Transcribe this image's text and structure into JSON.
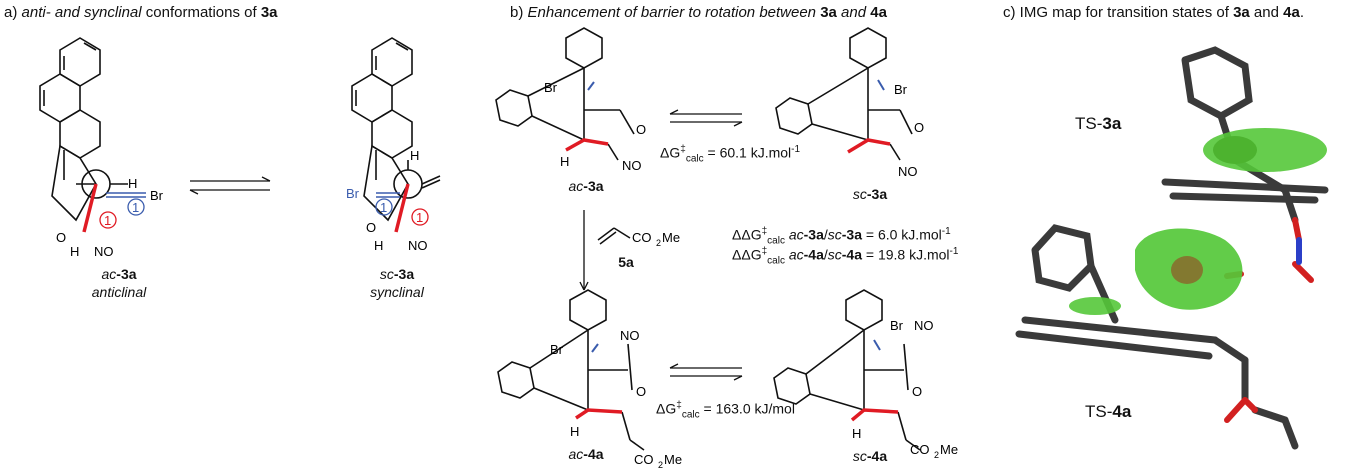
{
  "panel_a": {
    "title_prefix": "a) ",
    "title_italic": "anti- and synclinal",
    "title_mid": " conformations of ",
    "title_bold": "3a",
    "left_label_italic": "ac",
    "left_label_bold": "-3a",
    "left_caption": "anticlinal",
    "right_label_italic": "sc",
    "right_label_bold": "-3a",
    "right_caption": "synclinal",
    "atom_br": "Br",
    "atom_h": "H",
    "atom_o": "O",
    "atom_no2": "NO",
    "circle_num": "1"
  },
  "panel_b": {
    "title_prefix": "b) ",
    "title_italic": "Enhancement of barrier to rotation between ",
    "title_bold1": "3a",
    "title_and": " and ",
    "title_bold2": "4a",
    "energy_top": "= 60.1 kJ.mol",
    "energy_bottom": "= 163.0 kJ/mol",
    "ddg_line1_left": "ac",
    "ddg_line1_mid": "-3a/",
    "ddg_line1_sc": "sc",
    "ddg_line1_end": "-3a = 6.0 kJ.mol",
    "ddg_line2_end": "-4a = 19.8 kJ.mol",
    "label_ac3a": "ac",
    "label_sc3a": "sc",
    "label_ac4a": "ac",
    "label_sc4a": "sc",
    "reagent": "5a",
    "reagent_group": "CO",
    "co2me": "CO",
    "me": "Me",
    "calc": "calc",
    "dagger": "‡",
    "delta_g": "ΔG",
    "delta_delta_g": "ΔΔG",
    "minus_one": "-1"
  },
  "panel_c": {
    "title_prefix": "c) IMG map for transition states of ",
    "title_bold1": "3a",
    "title_and": " and ",
    "title_bold2": "4a",
    "title_end": ".",
    "ts3a_prefix": "TS-",
    "ts3a_bold": "3a",
    "ts4a_prefix": "TS-",
    "ts4a_bold": "4a"
  },
  "colors": {
    "bond_highlight": "#e01b24",
    "interaction": "#3a5cad",
    "isosurface": "#55c83a",
    "carbon": "#3a3a3a",
    "oxygen": "#d22020",
    "nitrogen": "#2b3fc8"
  }
}
